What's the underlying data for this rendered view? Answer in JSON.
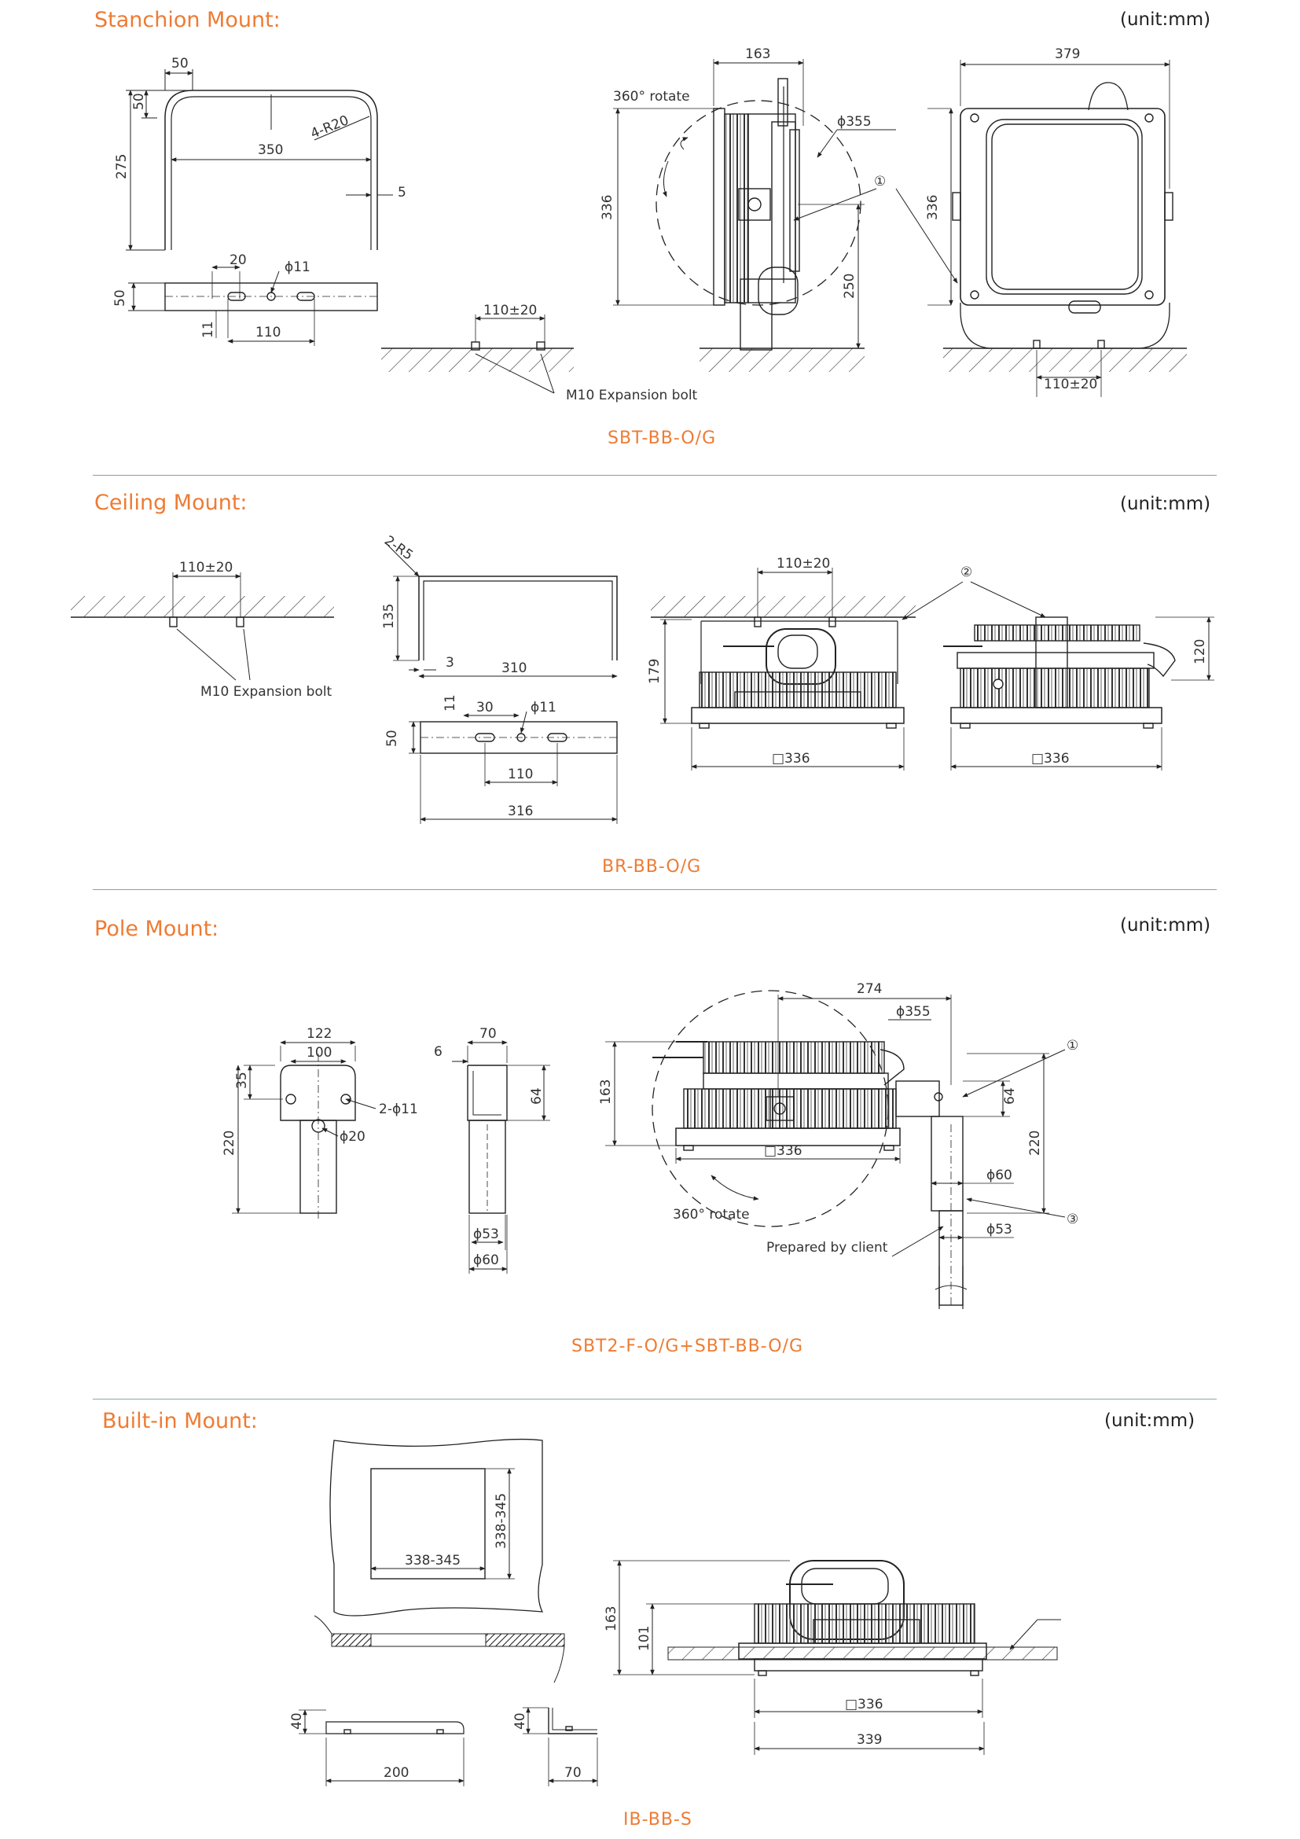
{
  "sections": [
    {
      "title": "Stanchion Mount:",
      "unit": "(unit:mm)",
      "model": "SBT-BB-O/G"
    },
    {
      "title": "Ceiling Mount:",
      "unit": "(unit:mm)",
      "model": "BR-BB-O/G"
    },
    {
      "title": "Pole Mount:",
      "unit": "(unit:mm)",
      "model": "SBT2-F-O/G+SBT-BB-O/G"
    },
    {
      "title": "Built-in Mount:",
      "unit": "(unit:mm)",
      "model": "IB-BB-S"
    }
  ],
  "stanchion": {
    "d50a": "50",
    "d50b": "50",
    "d275": "275",
    "d350": "350",
    "r20": "4-R20",
    "d5": "5",
    "d20": "20",
    "phi11": "ϕ11",
    "d50c": "50",
    "d11": "11",
    "d110": "110",
    "d110pm": "110±20",
    "bolt": "M10 Expansion bolt",
    "d163": "163",
    "rotate": "360° rotate",
    "phi355": "ϕ355",
    "d336": "336",
    "d250": "250",
    "c1": "①",
    "d379": "379",
    "d336b": "336",
    "d110pm2": "110±20"
  },
  "ceiling": {
    "d110pm": "110±20",
    "bolt": "M10 Expansion bolt",
    "r5": "2-R5",
    "d135": "135",
    "d3": "3",
    "d310": "310",
    "d11": "11",
    "d30": "30",
    "phi11": "ϕ11",
    "d50": "50",
    "d110": "110",
    "d316": "316",
    "d110pm2": "110±20",
    "c2": "②",
    "d179": "179",
    "sq336": "□336",
    "sq336b": "□336",
    "d120": "120"
  },
  "pole": {
    "d122": "122",
    "d100": "100",
    "d35": "35",
    "phi11": "2-ϕ11",
    "d220": "220",
    "phi20": "ϕ20",
    "d70": "70",
    "d6": "6",
    "d64": "64",
    "phi53": "ϕ53",
    "phi60": "ϕ60",
    "d274": "274",
    "phi355": "ϕ355",
    "c1": "①",
    "d163": "163",
    "sq336": "□336",
    "d64b": "64",
    "d220b": "220",
    "phi60b": "ϕ60",
    "c3": "③",
    "rotate": "360° rotate",
    "client": "Prepared by client",
    "phi53b": "ϕ53"
  },
  "builtin": {
    "d338a": "338-345",
    "d338b": "338-345",
    "d163": "163",
    "d101": "101",
    "sq336": "□336",
    "d339": "339",
    "d40a": "40",
    "d200": "200",
    "d40b": "40",
    "d70": "70"
  }
}
